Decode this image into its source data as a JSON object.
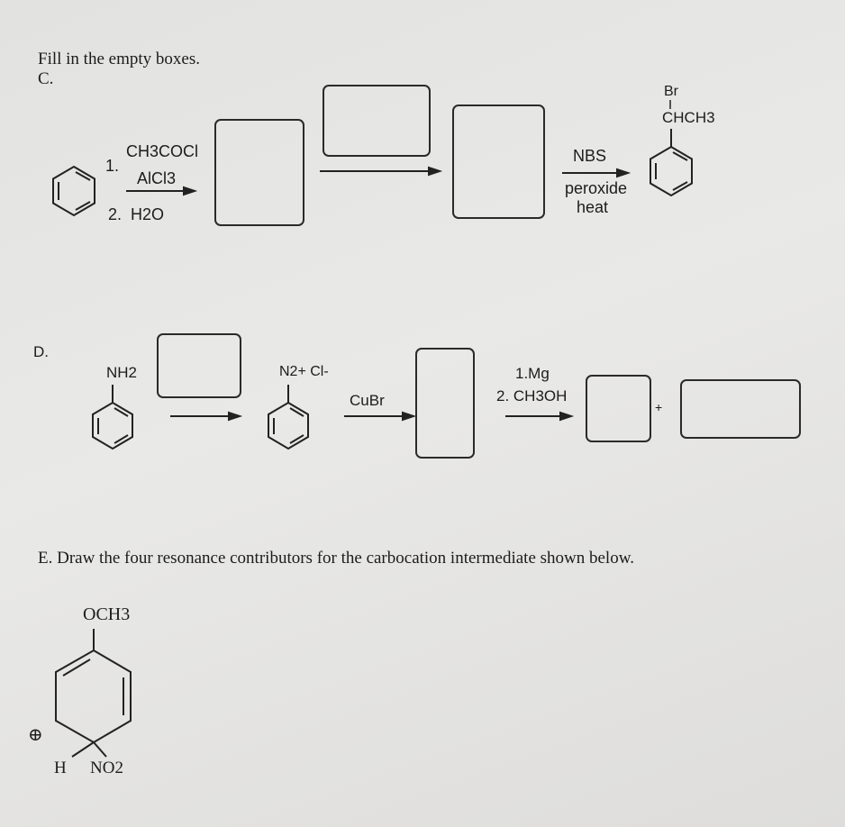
{
  "instructions": "Fill in the empty boxes.",
  "sectionC": {
    "label": "C.",
    "step1_num": "1.",
    "reagent1a": "CH3COCl",
    "reagent1b": "AlCl3",
    "step2": "2.  H2O",
    "reagent_nbs": "NBS",
    "reagent_peroxide": "peroxide",
    "reagent_heat": "heat",
    "product_br": "Br",
    "product_chain": "CHCH3"
  },
  "sectionD": {
    "label": "D.",
    "start_group": "NH2",
    "diazonium": "N2+ Cl-",
    "reagent_cubr": "CuBr",
    "reagent_mg": "1.Mg",
    "reagent_ch3oh": "2. CH3OH",
    "plus": "+"
  },
  "sectionE": {
    "prompt": "E. Draw the four resonance contributors for the carbocation intermediate shown below.",
    "substituent_top": "OCH3",
    "charge": "⊕",
    "h_label": "H",
    "no2_label": "NO2"
  }
}
